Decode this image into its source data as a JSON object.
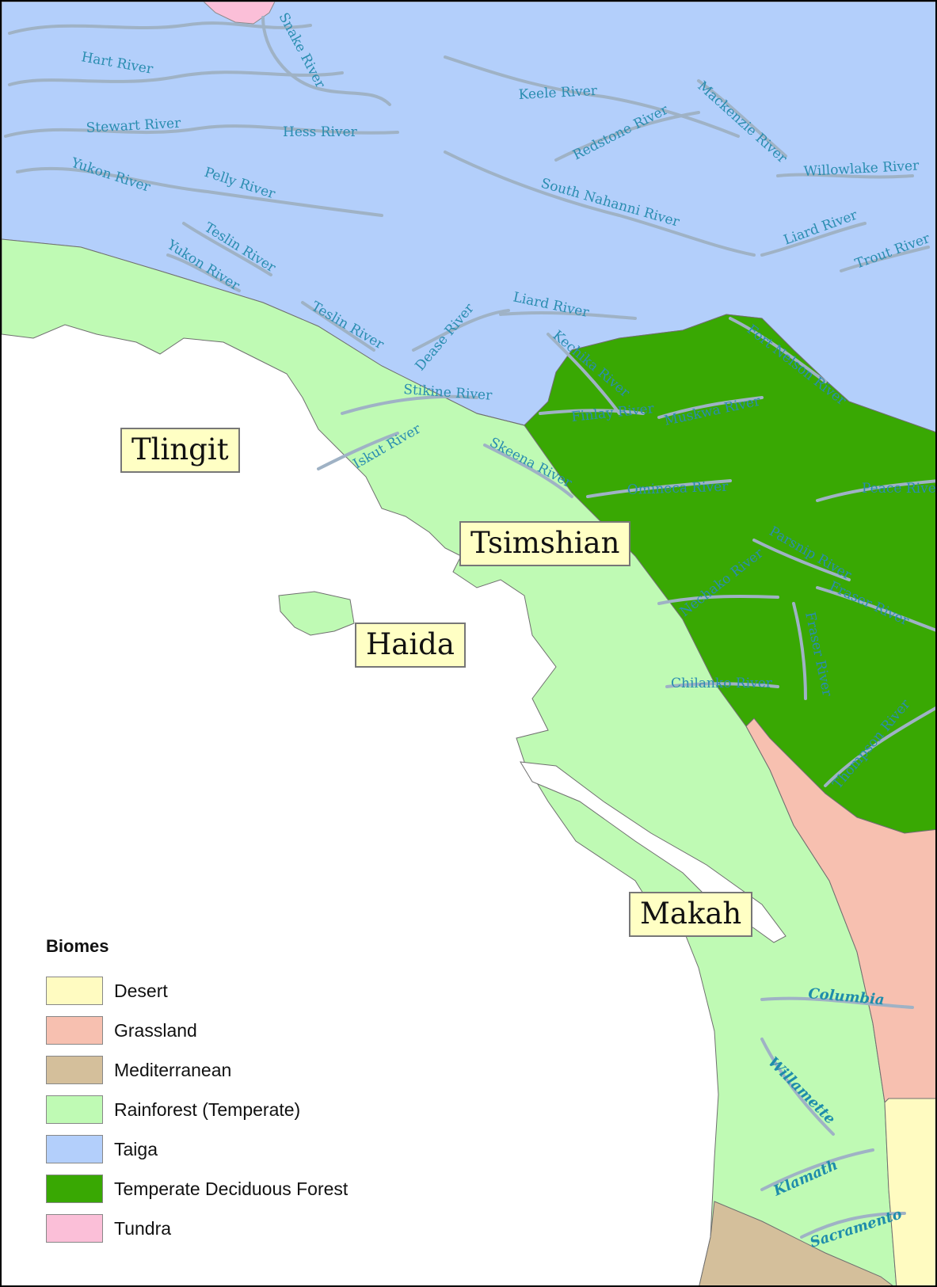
{
  "legend": {
    "title": "Biomes",
    "items": [
      {
        "label": "Desert",
        "color": "#fffbc1"
      },
      {
        "label": "Grassland",
        "color": "#f7c0b0"
      },
      {
        "label": "Mediterranean",
        "color": "#d4bf9b"
      },
      {
        "label": "Rainforest (Temperate)",
        "color": "#bffab4"
      },
      {
        "label": "Taiga",
        "color": "#b3cffb"
      },
      {
        "label": "Temperate Deciduous Forest",
        "color": "#39a803"
      },
      {
        "label": "Tundra",
        "color": "#fbbfd8"
      }
    ]
  },
  "nations": {
    "tlingit": "Tlingit",
    "tsimshian": "Tsimshian",
    "haida": "Haida",
    "makah": "Makah"
  },
  "rivers": {
    "hart": "Hart River",
    "snake": "Snake River",
    "stewart": "Stewart River",
    "hess": "Hess River",
    "yukon1": "Yukon River",
    "pelly": "Pelly River",
    "teslin1": "Teslin River",
    "yukon2": "Yukon River",
    "keele": "Keele River",
    "redstone": "Redstone River",
    "mackenzie": "Mackenzie River",
    "willowlake": "Willowlake River",
    "south_nahanni": "South Nahanni River",
    "liard1": "Liard River",
    "trout": "Trout River",
    "teslin2": "Teslin River",
    "dease": "Dease River",
    "liard2": "Liard River",
    "kechika": "Kechika River",
    "fort_nelson": "Fort Nelson River",
    "stikine": "Stikine River",
    "finlay": "Finlay River",
    "muskwa": "Muskwa River",
    "iskut": "Iskut River",
    "skeena": "Skeena River",
    "omineca": "Omineca River",
    "peace": "Peace River",
    "parsnip": "Parsnip River",
    "nechako": "Nechako River",
    "fraser1": "Fraser River",
    "fraser2": "Fraser River",
    "chilanko": "Chilanko River",
    "thompson": "Thompson River",
    "columbia": "Columbia",
    "willamette": "Willamette",
    "klamath": "Klamath",
    "sacramento": "Sacramento"
  }
}
